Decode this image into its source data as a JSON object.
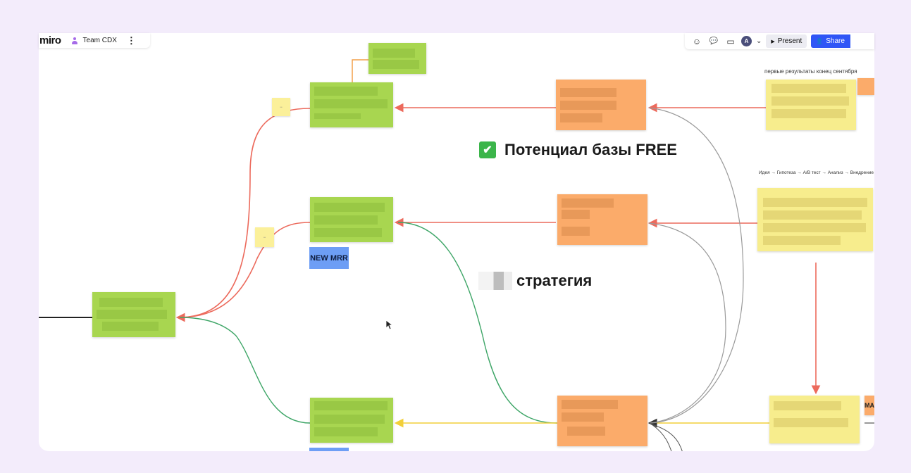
{
  "toolbar_left": {
    "logo": "miro",
    "team": "Team CDX",
    "more": "⋮"
  },
  "toolbar_right": {
    "reactions": "☺",
    "comments": "💬",
    "video": "▭",
    "avatar": "A",
    "chevron": "⌄",
    "present": "Present",
    "share": "Share"
  },
  "board": {
    "heading_potential": "Потенциал базы FREE",
    "heading_strategy": "стратегия",
    "check_icon": "✔",
    "new_mrr": "NEW MRR",
    "note_first_results": "первые результаты конец сентября",
    "note_pipeline": "Идея → Гипотеза → A/B тест → Анализ → Внедрение",
    "tag_right_edge": "MA"
  },
  "colors": {
    "green": "#a8d650",
    "orange": "#fbab6a",
    "yellow": "#f7ed8d",
    "red_edge": "#ec6a5c",
    "green_edge": "#3fa668",
    "yellow_edge": "#f2cf3a",
    "gray_edge": "#9a9a9a"
  }
}
